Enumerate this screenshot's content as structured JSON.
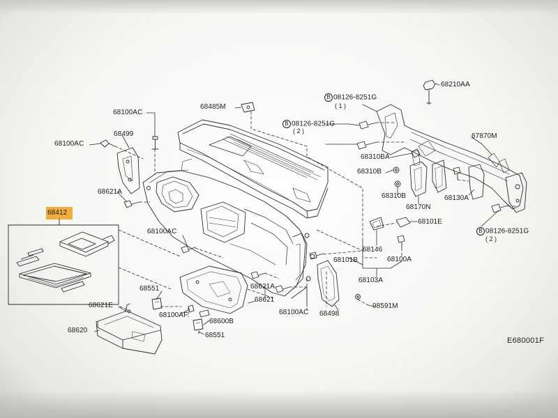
{
  "diagram": {
    "code": "E680001F",
    "highlighted_part": "68412",
    "parts": {
      "p68412": "68412",
      "p68100AC_a": "68100AC",
      "p68499": "68499",
      "p68100AC_b": "68100AC",
      "p68621A_a": "68621A",
      "p68485M": "68485M",
      "p08126_1": "08126-8251G",
      "p08126_1_qty": "( 1 )",
      "p08126_2": "08126-8251G",
      "p08126_2_qty": "( 2 )",
      "p68210AA": "68210AA",
      "p67870M": "67870M",
      "p68310BA": "68310BA",
      "p68310B_a": "68310B",
      "p68310B_b": "68310B",
      "p68170N": "68170N",
      "p68130A": "68130A",
      "p08126_3": "08126-8251G",
      "p08126_3_qty": "( 2 )",
      "p68101E": "68101E",
      "p68100AC_c": "68100AC",
      "p68146": "68146",
      "p68100A": "68100A",
      "p68101B": "68101B",
      "p68103A": "68103A",
      "p68551_a": "68551",
      "p68621A_b": "68621A",
      "p68621": "68621",
      "p68100AC_d": "68100AC",
      "p68498": "68498",
      "p98591M": "98591M",
      "p68621E": "68621E",
      "p68100AF": "68100AF",
      "p68600B": "68600B",
      "p68620": "68620",
      "p68551_b": "68551"
    },
    "bolt_marker": "B"
  }
}
